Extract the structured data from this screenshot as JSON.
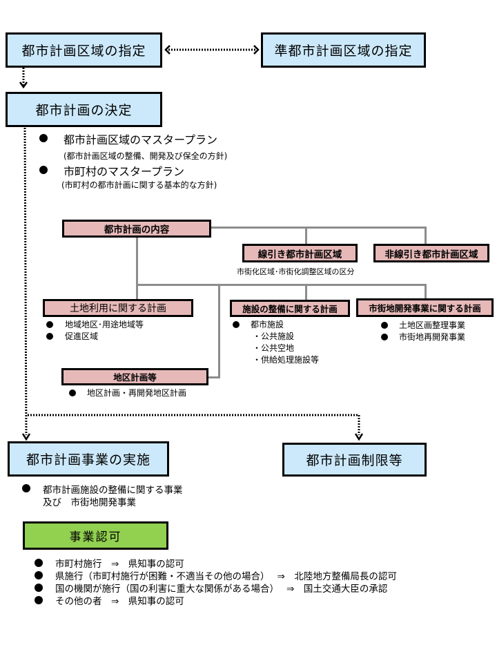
{
  "boxes": {
    "designation": "都市計画区域の指定",
    "quasi_designation": "準都市計画区域の指定",
    "decision": "都市計画の決定",
    "content": "都市計画の内容",
    "senbiki": "線引き都市計画区域",
    "hi_senbiki": "非線引き都市計画区域",
    "land_use": "土地利用に関する計画",
    "facilities": "施設の整備に関する計画",
    "urban_dev": "市街地開発事業に関する計画",
    "district": "地区計画等",
    "implementation": "都市計画事業の実施",
    "restrictions": "都市計画制限等",
    "approval": "事業認可"
  },
  "decision_items": [
    {
      "title": "都市計画区域のマスタープラン",
      "note": "(都市計画区域の整備、開発及び保全の方針)"
    },
    {
      "title": "市町村のマスタープラン",
      "note": "(市町村の都市計画に関する基本的な方針)"
    }
  ],
  "senbiki_note": "市街化区域･市街化調整区域の区分",
  "land_use_items": [
    "地域地区･用途地域等",
    "促進区域"
  ],
  "facilities_items": {
    "main": "都市施設",
    "sub": [
      "・公共施設",
      "・公共空地",
      "・供給処理施設等"
    ]
  },
  "urban_dev_items": [
    "土地区画整理事業",
    "市街地再開発事業"
  ],
  "district_items": [
    "地区計画・再開発地区計画"
  ],
  "implementation_items": {
    "line1": "都市計画施設の整備に関する事業",
    "line2": "及び　市街地開発事業"
  },
  "approval_items": [
    "市町村施行　⇒　県知事の認可",
    "県施行（市町村施行が困難・不適当その他の場合）　 ⇒　北陸地方整備局長の認可",
    "国の機関が施行（国の利害に重大な関係がある場合）　 ⇒　国土交通大臣の承認",
    "その他の者　⇒　県知事の認可"
  ],
  "colors": {
    "main_box": "#cce9fb",
    "sub_box": "#e6b9b8",
    "approval_box": "#92d050",
    "connector": "#8c8c8c"
  }
}
